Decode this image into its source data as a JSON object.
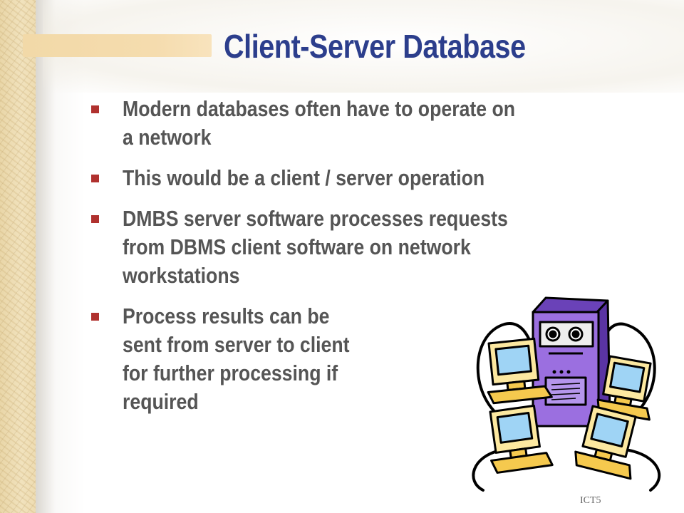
{
  "slide": {
    "title": "Client-Server Database",
    "bullets": [
      {
        "lines": [
          "Modern databases often have to operate on",
          "a network"
        ]
      },
      {
        "lines": [
          "This would be a client / server operation"
        ]
      },
      {
        "lines": [
          "DMBS server software processes requests",
          "from DBMS client software on network",
          "workstations"
        ]
      },
      {
        "lines": [
          "Process results can be",
          "sent from server to client",
          "for further processing if",
          "required"
        ]
      }
    ],
    "footer": "ICT5"
  },
  "illustration": {
    "icon": "client-server-network-icon"
  },
  "colors": {
    "title": "#2c3e8c",
    "bullet_text": "#555555",
    "bullet_marker": "#b0312e",
    "server_body": "#9b6fe0",
    "monitor_body": "#fce8a0",
    "screen": "#9fd4f5"
  }
}
